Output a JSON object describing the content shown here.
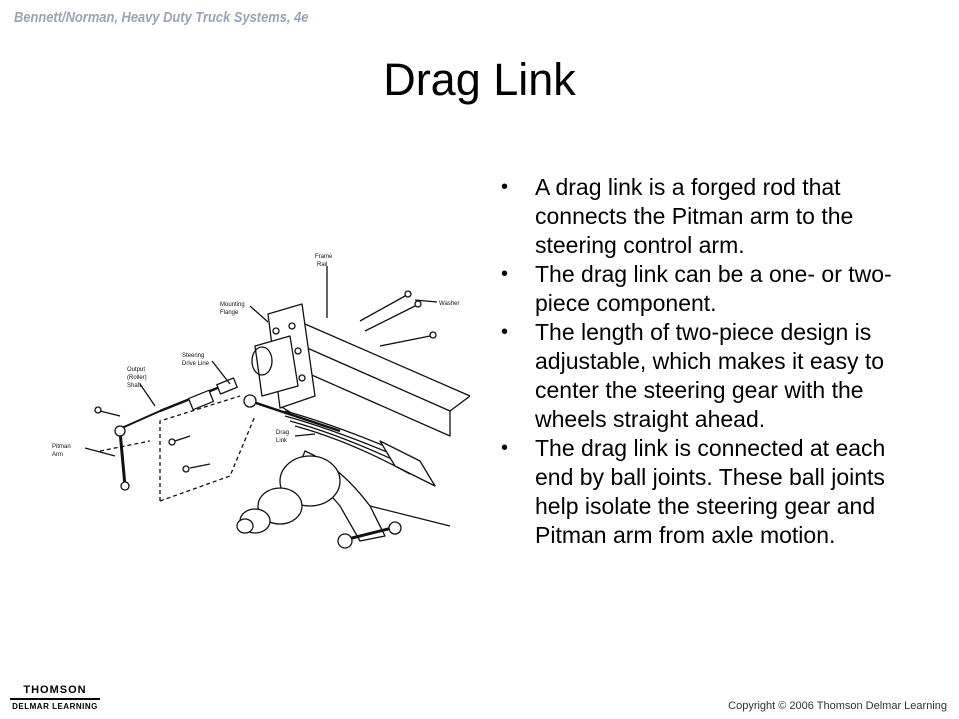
{
  "header": {
    "book_title": "Bennett/Norman, Heavy Duty Truck Systems, 4e"
  },
  "slide": {
    "title": "Drag Link"
  },
  "bullets": [
    "A drag link is a forged rod that connects the Pitman arm to the steering control arm.",
    "The drag link can be a one- or two-piece component.",
    "The length of two-piece design is adjustable, which makes it easy to center the steering gear with the wheels straight ahead.",
    "The drag link is connected at each end by ball joints. These ball joints help isolate the steering gear and Pitman arm from axle motion."
  ],
  "bullet_symbol": "•",
  "diagram": {
    "labels": {
      "frame_rail_1": "Frame",
      "frame_rail_2": "Rail",
      "washer": "Washer",
      "mounting_flange_1": "Mounting",
      "mounting_flange_2": "Flange",
      "steering_drive_line_1": "Steering",
      "steering_drive_line_2": "Drive Line",
      "output_shaft_1": "Output",
      "output_shaft_2": "(Roller)",
      "output_shaft_3": "Shaft",
      "pitman_arm_1": "Pitman",
      "pitman_arm_2": "Arm",
      "drag_link_1": "Drag",
      "drag_link_2": "Link"
    }
  },
  "footer": {
    "logo_top": "THOMSON",
    "logo_bottom": "DELMAR LEARNING",
    "copyright": "Copyright © 2006 Thomson Delmar Learning"
  }
}
